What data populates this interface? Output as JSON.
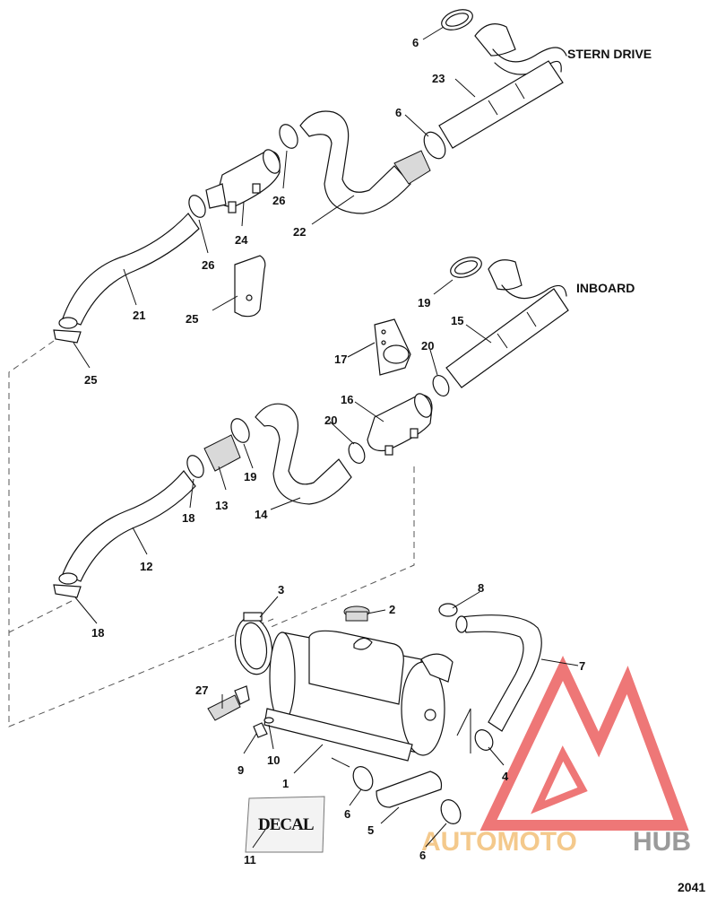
{
  "sections": {
    "stern_drive": "STERN DRIVE",
    "inboard": "INBOARD"
  },
  "callouts": [
    {
      "id": "c6a",
      "text": "6"
    },
    {
      "id": "c23",
      "text": "23"
    },
    {
      "id": "c6b",
      "text": "6"
    },
    {
      "id": "c26a",
      "text": "26"
    },
    {
      "id": "c22",
      "text": "22"
    },
    {
      "id": "c24",
      "text": "24"
    },
    {
      "id": "c26b",
      "text": "26"
    },
    {
      "id": "c21",
      "text": "21"
    },
    {
      "id": "c25a",
      "text": "25"
    },
    {
      "id": "c25b",
      "text": "25"
    },
    {
      "id": "c19a",
      "text": "19"
    },
    {
      "id": "c15",
      "text": "15"
    },
    {
      "id": "c17",
      "text": "17"
    },
    {
      "id": "c20a",
      "text": "20"
    },
    {
      "id": "c16",
      "text": "16"
    },
    {
      "id": "c20b",
      "text": "20"
    },
    {
      "id": "c19b",
      "text": "19"
    },
    {
      "id": "c13",
      "text": "13"
    },
    {
      "id": "c18a",
      "text": "18"
    },
    {
      "id": "c14",
      "text": "14"
    },
    {
      "id": "c12",
      "text": "12"
    },
    {
      "id": "c18b",
      "text": "18"
    },
    {
      "id": "c3",
      "text": "3"
    },
    {
      "id": "c2",
      "text": "2"
    },
    {
      "id": "c8",
      "text": "8"
    },
    {
      "id": "c7",
      "text": "7"
    },
    {
      "id": "c27",
      "text": "27"
    },
    {
      "id": "c9",
      "text": "9"
    },
    {
      "id": "c10",
      "text": "10"
    },
    {
      "id": "c1",
      "text": "1"
    },
    {
      "id": "c4",
      "text": "4"
    },
    {
      "id": "c6c",
      "text": "6"
    },
    {
      "id": "c5",
      "text": "5"
    },
    {
      "id": "c6d",
      "text": "6"
    },
    {
      "id": "c11",
      "text": "11"
    }
  ],
  "decal_text": "DECAL",
  "watermark": {
    "part1": "AUTOMOTO",
    "part2": "HUB",
    "color_triangle": "#e84a4a",
    "color_text1": "#f4c98c",
    "color_text2": "#9a9a9a"
  },
  "figure_number": "2041"
}
